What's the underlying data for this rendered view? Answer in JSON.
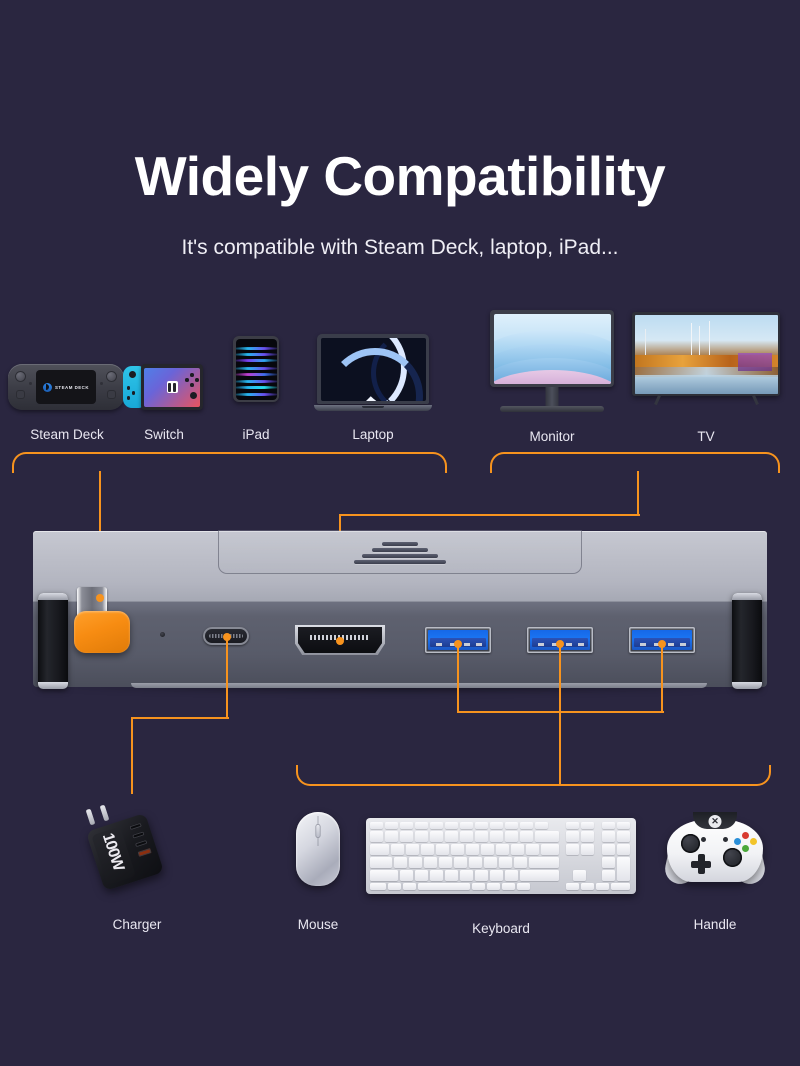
{
  "page": {
    "background_color": "#2a2640",
    "accent_color": "#f7931e",
    "usb_port_color": "#1a74f2"
  },
  "header": {
    "title": "Widely Compatibility",
    "subtitle": "It's compatible with Steam Deck, laptop, iPad..."
  },
  "input_devices": {
    "group_label": "host-devices",
    "items": [
      {
        "label": "Steam Deck",
        "icon": "steam-deck-icon",
        "screen_text": "STEAM DECK"
      },
      {
        "label": "Switch",
        "icon": "nintendo-switch-icon"
      },
      {
        "label": "iPad",
        "icon": "ipad-icon"
      },
      {
        "label": "Laptop",
        "icon": "laptop-icon"
      }
    ]
  },
  "display_devices": {
    "group_label": "display-outputs",
    "items": [
      {
        "label": "Monitor",
        "icon": "monitor-icon"
      },
      {
        "label": "TV",
        "icon": "tv-icon"
      }
    ]
  },
  "peripherals": {
    "group_label": "usb-peripherals",
    "items": [
      {
        "label": "Mouse",
        "icon": "mouse-icon"
      },
      {
        "label": "Keyboard",
        "icon": "keyboard-icon"
      },
      {
        "label": "Handle",
        "icon": "game-controller-icon"
      }
    ]
  },
  "power": {
    "items": [
      {
        "label": "Charger",
        "icon": "wall-charger-icon",
        "watts": "100",
        "watt_unit": "W"
      }
    ]
  },
  "dock": {
    "name": "steam-deck-docking-station",
    "ports": [
      {
        "id": "usb-c-host",
        "type": "USB-C",
        "connects_to": "Steam Deck"
      },
      {
        "id": "usb-c-pd",
        "type": "USB-C PD",
        "connects_to": "Charger"
      },
      {
        "id": "hdmi",
        "type": "HDMI",
        "connects_to": "Monitor / TV"
      },
      {
        "id": "usb-a-1",
        "type": "USB 3.0",
        "connects_to": "Mouse / Keyboard / Handle"
      },
      {
        "id": "usb-a-2",
        "type": "USB 3.0",
        "connects_to": "Mouse / Keyboard / Handle"
      },
      {
        "id": "usb-a-3",
        "type": "USB 3.0",
        "connects_to": "Mouse / Keyboard / Handle"
      }
    ]
  }
}
